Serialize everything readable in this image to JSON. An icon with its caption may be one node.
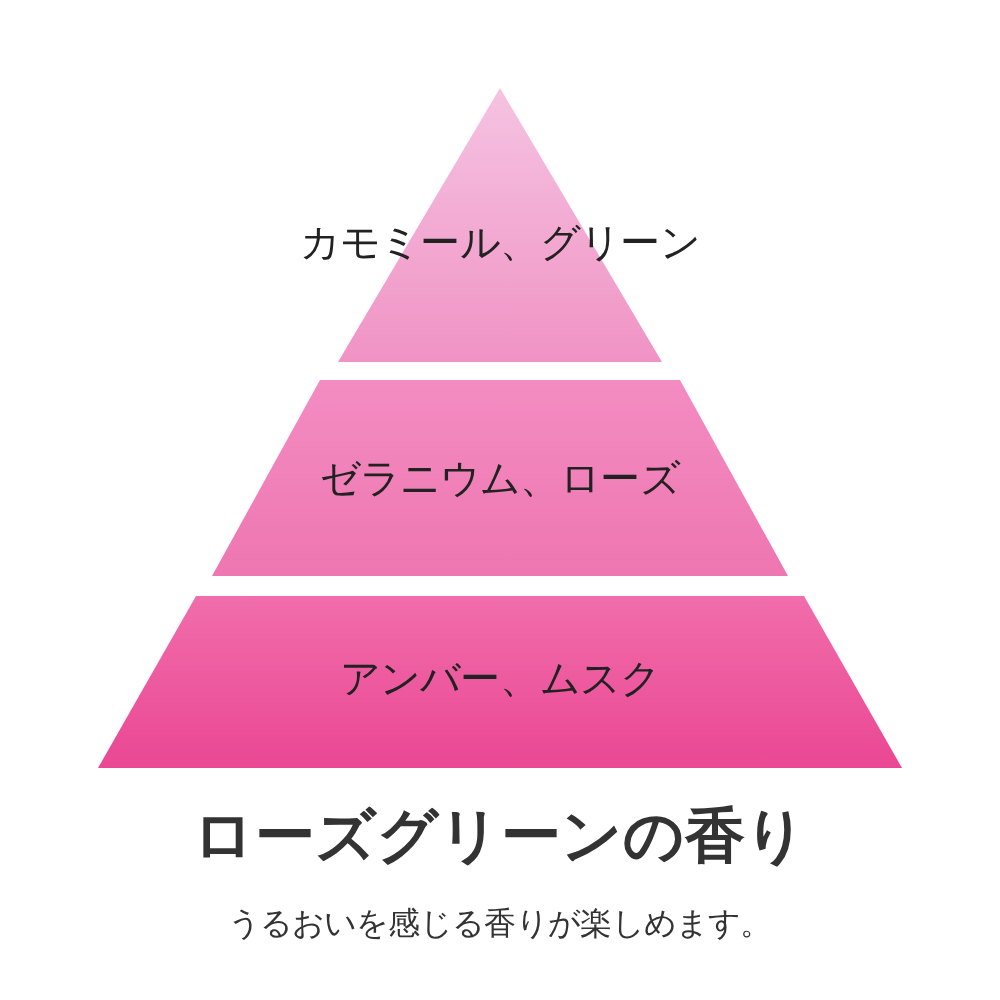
{
  "diagram": {
    "title": "ローズグリーンの香り",
    "caption": "うるおいを感じる香りが楽しめます。",
    "nodes": [
      {
        "text": [
          "カモミール、グリーン"
        ]
      },
      {
        "text": [
          "ゼラニウム、ローズ"
        ]
      },
      {
        "text": [
          "アンバー、ムスク"
        ]
      }
    ]
  }
}
